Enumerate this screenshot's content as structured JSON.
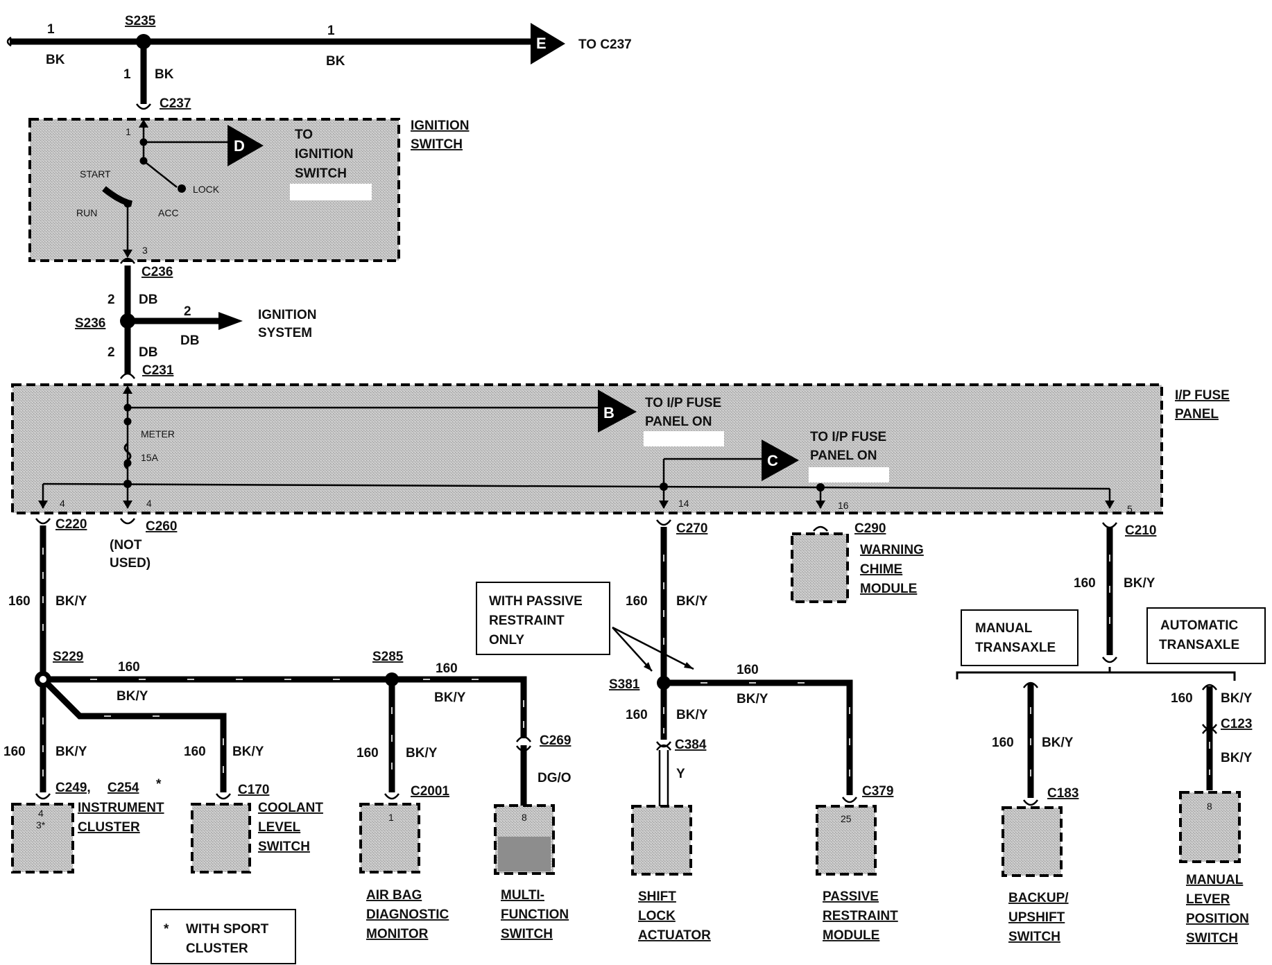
{
  "top": {
    "splice_top": "S235",
    "wire_left_num": "1",
    "wire_left_color": "BK",
    "wire_right_num": "1",
    "wire_right_color": "BK",
    "wire_down_num": "1",
    "wire_down_color": "BK",
    "arrow_E": "E",
    "to_c237": "TO C237",
    "conn_c237": "C237"
  },
  "ignition": {
    "title1": "IGNITION",
    "title2": "SWITCH",
    "pin1": "1",
    "pin3": "3",
    "arrow_D": "D",
    "to1": "TO",
    "to2": "IGNITION",
    "to3": "SWITCH",
    "start": "START",
    "lock": "LOCK",
    "run": "RUN",
    "acc": "ACC",
    "conn_c236": "C236"
  },
  "mid": {
    "w2a_num": "2",
    "w2a_color": "DB",
    "splice": "S236",
    "w2b_num": "2",
    "w2b_color": "DB",
    "ign_sys1": "IGNITION",
    "ign_sys2": "SYSTEM",
    "w2c_num": "2",
    "w2c_color": "DB",
    "conn_c231": "C231"
  },
  "fuse_panel": {
    "title1": "I/P FUSE",
    "title2": "PANEL",
    "arrow_B": "B",
    "b1": "TO I/P FUSE",
    "b2": "PANEL ON",
    "arrow_C": "C",
    "c1": "TO I/P FUSE",
    "c2": "PANEL ON",
    "meter": "METER",
    "amp": "15A",
    "pin4a": "4",
    "pin4b": "4",
    "pin14": "14",
    "pin16": "16",
    "pin5": "5"
  },
  "connectors": {
    "c220": "C220",
    "c260": "C260",
    "not_used1": "(NOT",
    "not_used2": "USED)",
    "c270": "C270",
    "c290": "C290",
    "c210": "C210"
  },
  "warning_chime": {
    "l1": "WARNING",
    "l2": "CHIME",
    "l3": "MODULE"
  },
  "wires": {
    "w160": "160",
    "bky": "BK/Y",
    "dgo": "DG/O",
    "y": "Y"
  },
  "splices": {
    "s229": "S229",
    "s285": "S285",
    "s381": "S381"
  },
  "passive_note": {
    "l1": "WITH PASSIVE",
    "l2": "RESTRAINT",
    "l3": "ONLY"
  },
  "transaxle": {
    "manual1": "MANUAL",
    "manual2": "TRANSAXLE",
    "auto1": "AUTOMATIC",
    "auto2": "TRANSAXLE"
  },
  "bottom_conn": {
    "c249": "C249,",
    "c254": "C254",
    "star": "*",
    "c170": "C170",
    "c2001": "C2001",
    "c269": "C269",
    "c384": "C384",
    "c379": "C379",
    "c183": "C183",
    "c123": "C123"
  },
  "components": {
    "instrument": {
      "l1": "INSTRUMENT",
      "l2": "CLUSTER",
      "pin_a": "4",
      "pin_b": "3*"
    },
    "coolant": {
      "l1": "COOLANT",
      "l2": "LEVEL",
      "l3": "SWITCH"
    },
    "airbag": {
      "l1": "AIR BAG",
      "l2": "DIAGNOSTIC",
      "l3": "MONITOR",
      "pin": "1"
    },
    "multifunc": {
      "l1": "MULTI-",
      "l2": "FUNCTION",
      "l3": "SWITCH",
      "pin": "8"
    },
    "shiftlock": {
      "l1": "SHIFT",
      "l2": "LOCK",
      "l3": "ACTUATOR"
    },
    "passive": {
      "l1": "PASSIVE",
      "l2": "RESTRAINT",
      "l3": "MODULE",
      "pin": "25"
    },
    "backup": {
      "l1": "BACKUP/",
      "l2": "UPSHIFT",
      "l3": "SWITCH"
    },
    "manlever": {
      "l1": "MANUAL",
      "l2": "LEVER",
      "l3": "POSITION",
      "l4": "SWITCH",
      "pin": "8"
    }
  },
  "sport_note": {
    "star": "*",
    "l1": "WITH SPORT",
    "l2": "CLUSTER"
  }
}
